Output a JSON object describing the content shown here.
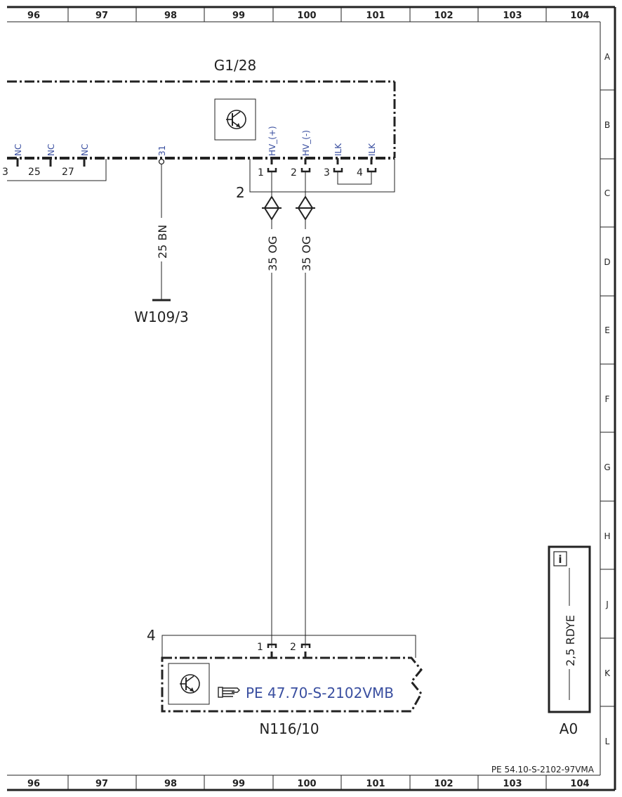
{
  "grid": {
    "columns": [
      "96",
      "97",
      "98",
      "99",
      "100",
      "101",
      "102",
      "103",
      "104"
    ],
    "rows": [
      "A",
      "B",
      "C",
      "D",
      "E",
      "F",
      "G",
      "H",
      "J",
      "K",
      "L"
    ]
  },
  "footer_ref": "PE 54.10-S-2102-97VMA",
  "component_g": {
    "name": "G1/28",
    "left_pins": [
      "3",
      "25",
      "27"
    ],
    "nc_labels": [
      "NC",
      "NC",
      "NC"
    ],
    "pin31_label": "31",
    "connector_no": "2",
    "pins": [
      {
        "num": "1",
        "label": "HV_(+)"
      },
      {
        "num": "2",
        "label": "HV_(-)"
      },
      {
        "num": "3",
        "label": "ILK"
      },
      {
        "num": "4",
        "label": "ILK"
      }
    ]
  },
  "ground": {
    "wire": "25 BN",
    "name": "W109/3"
  },
  "wires": [
    "35 OG",
    "35 OG"
  ],
  "component_n": {
    "name": "N116/10",
    "connector_no": "4",
    "pins": [
      "1",
      "2"
    ],
    "ref": "PE 47.70-S-2102VMB"
  },
  "info_box": {
    "icon": "i",
    "wire": "2,5 RDYE",
    "name": "A0"
  }
}
